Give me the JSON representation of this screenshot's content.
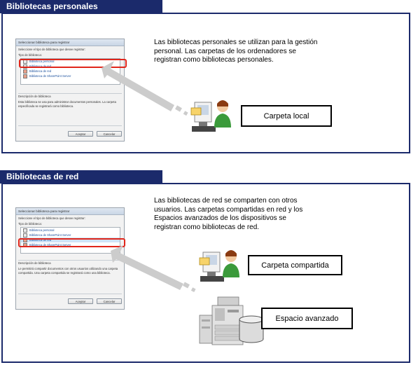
{
  "section1": {
    "title": "Bibliotecas personales",
    "description": "Las bibliotecas personales se utilizan para la gestión personal. Las carpetas de los ordenadores se registran como bibliotecas personales.",
    "label": "Carpeta local",
    "dialog": {
      "title": "Seleccionar biblioteca para registrar",
      "prompt": "Seleccione el tipo de biblioteca que desee registrar:",
      "list_label": "Tipo de biblioteca:",
      "items": [
        "Biblioteca personal",
        "Biblioteca de red",
        "Biblioteca de red",
        "Biblioteca de SharePoint Server"
      ],
      "desc_label": "Descripción de biblioteca",
      "desc_text": "Esta biblioteca se usa para administrar documentos personales. La carpeta especificada se registrará como biblioteca.",
      "ok": "Aceptar",
      "cancel": "Cancelar"
    }
  },
  "section2": {
    "title": "Bibliotecas de red",
    "description": "Las bibliotecas de red se comparten con otros usuarios. Las carpetas compartidas en red y los Espacios avanzados de los dispositivos se registran como bibliotecas de red.",
    "label_shared": "Carpeta compartida",
    "label_advanced": "Espacio avanzado",
    "dialog": {
      "title": "Seleccionar biblioteca para registrar",
      "prompt": "Seleccione el tipo de biblioteca que desee registrar:",
      "list_label": "Tipo de biblioteca:",
      "items": [
        "Biblioteca personal",
        "Biblioteca de SharePoint Server",
        "Biblioteca de red",
        "Biblioteca de SharePoint Server"
      ],
      "desc_label": "Descripción de biblioteca",
      "desc_text": "Le permitirá compartir documentos con otros usuarios utilizando una carpeta compartida. Una carpeta compartida se registrará como una biblioteca.",
      "ok": "Aceptar",
      "cancel": "Cancelar"
    }
  },
  "colors": {
    "navy": "#1b2a6b",
    "highlight": "#e0261b",
    "arrow": "#cccccc"
  }
}
